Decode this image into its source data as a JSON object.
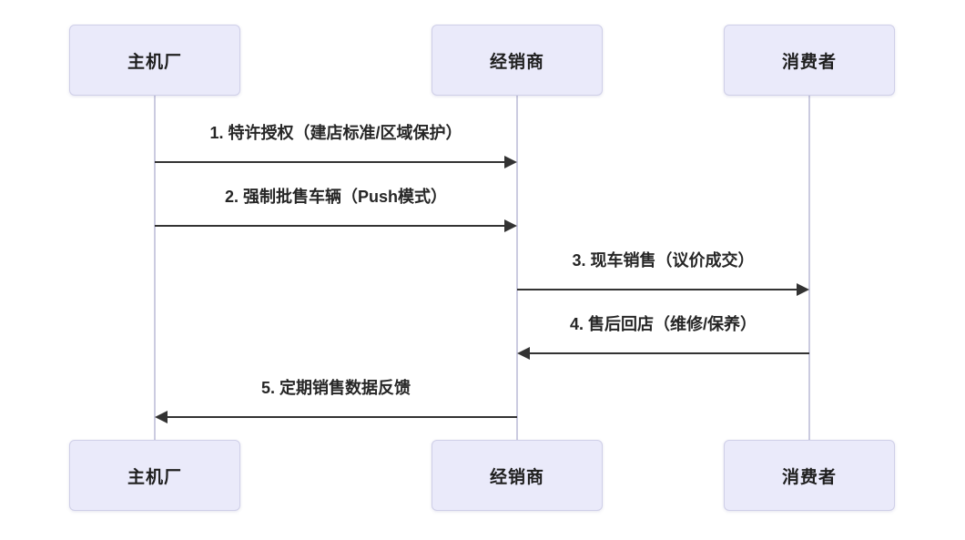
{
  "diagram": {
    "type": "sequence",
    "actors": [
      {
        "id": "oem",
        "label": "主机厂"
      },
      {
        "id": "dealer",
        "label": "经销商"
      },
      {
        "id": "consumer",
        "label": "消费者"
      }
    ],
    "messages": [
      {
        "seq": 1,
        "label": "1. 特许授权（建店标准/区域保护）",
        "from": "主机厂",
        "to": "经销商",
        "direction": "right"
      },
      {
        "seq": 2,
        "label": "2. 强制批售车辆（Push模式）",
        "from": "主机厂",
        "to": "经销商",
        "direction": "right"
      },
      {
        "seq": 3,
        "label": "3. 现车销售（议价成交）",
        "from": "经销商",
        "to": "消费者",
        "direction": "right"
      },
      {
        "seq": 4,
        "label": "4. 售后回店（维修/保养）",
        "from": "消费者",
        "to": "经销商",
        "direction": "left"
      },
      {
        "seq": 5,
        "label": "5. 定期销售数据反馈",
        "from": "经销商",
        "to": "主机厂",
        "direction": "left"
      }
    ],
    "colors": {
      "actor_fill": "#EAEAFA",
      "actor_border": "#CFCFE8",
      "actor_text": "#1F1F1F",
      "lifeline": "#CBCBE0",
      "arrow": "#333333",
      "message_text": "#262626",
      "background": "#FFFFFF"
    }
  }
}
